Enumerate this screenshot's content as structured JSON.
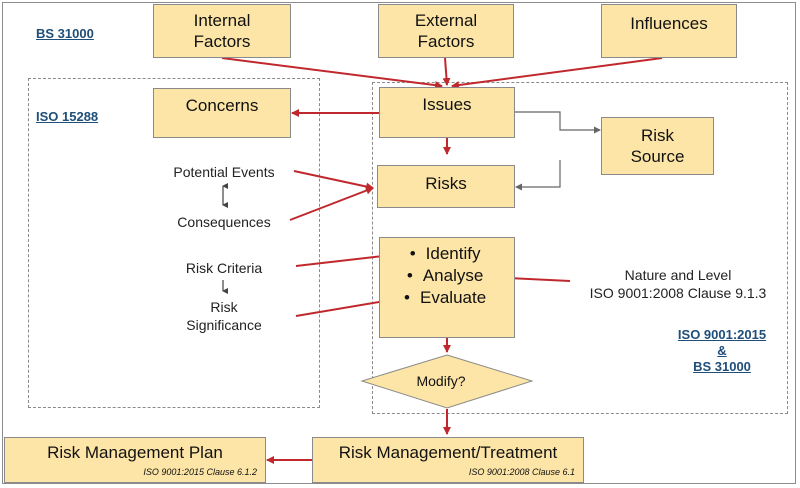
{
  "diagram": {
    "standards": {
      "bs31000_top": "BS 31000",
      "iso15288": "ISO 15288",
      "iso9001_line1": "ISO 9001:2015",
      "iso9001_line2": "&",
      "iso9001_line3": "BS 31000"
    },
    "boxes": {
      "internal": [
        "Internal",
        "Factors"
      ],
      "external": [
        "External",
        "Factors"
      ],
      "influences": "Influences",
      "concerns": "Concerns",
      "issues": "Issues",
      "risk_source": [
        "Risk",
        "Source"
      ],
      "risks": "Risks",
      "assess": [
        "Identify",
        "Analyse",
        "Evaluate"
      ],
      "modify": "Modify?",
      "plan": {
        "title": "Risk Management Plan",
        "clause": "ISO 9001:2015 Clause 6.1.2"
      },
      "treatment": {
        "title": "Risk Management/Treatment",
        "clause": "ISO 9001:2008 Clause 6.1"
      }
    },
    "labels": {
      "potential_events": "Potential Events",
      "consequences": "Consequences",
      "risk_criteria": "Risk Criteria",
      "risk_significance": [
        "Risk",
        "Significance"
      ],
      "nature_level": [
        "Nature and Level",
        "ISO 9001:2008 Clause 9.1.3"
      ]
    },
    "colors": {
      "box_fill": "#fce5a6",
      "arrow_red": "#c0282d",
      "arrow_gray": "#666666",
      "standard_text": "#1f4e79"
    }
  }
}
